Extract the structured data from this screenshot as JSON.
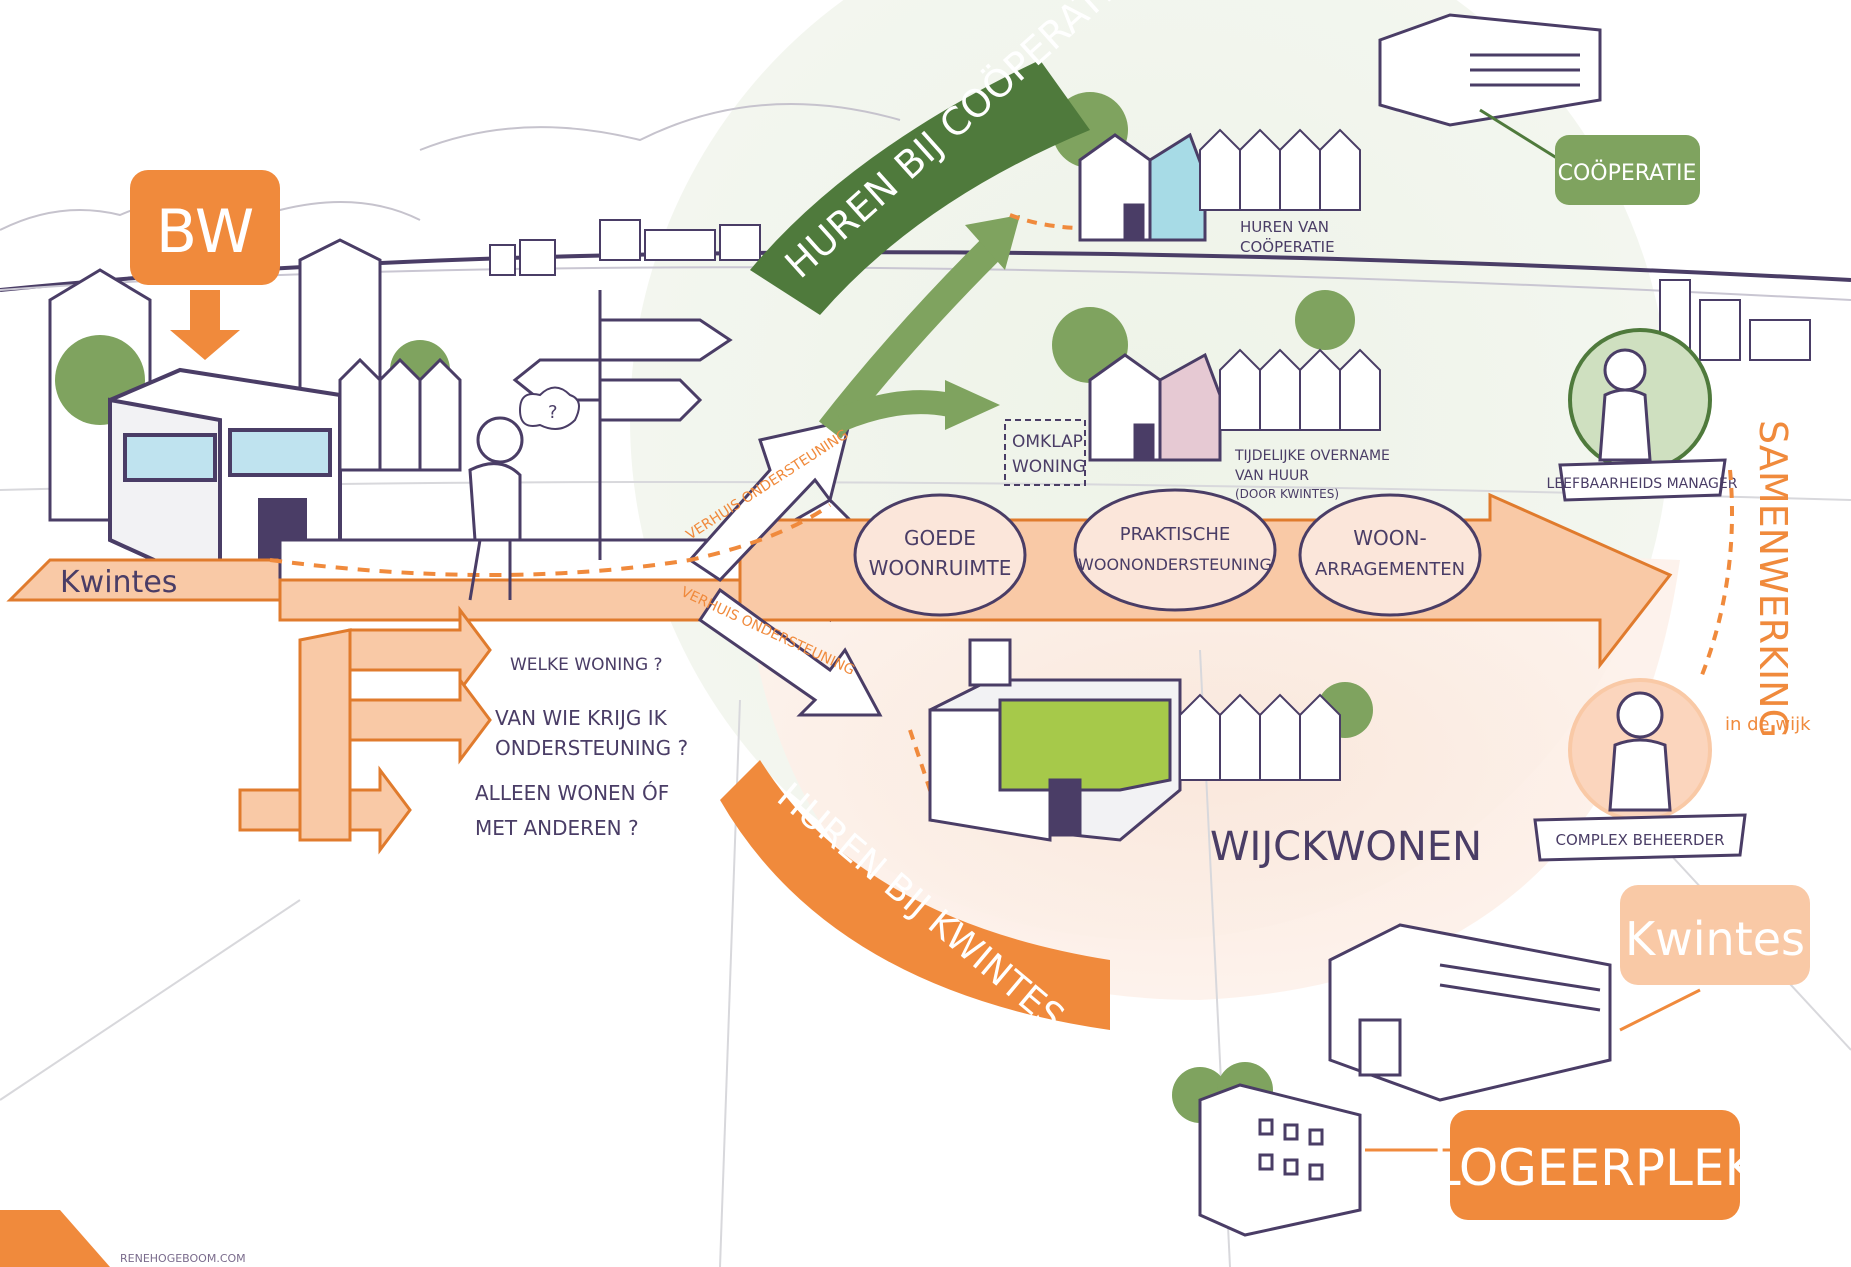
{
  "labels": {
    "bw": "BW",
    "kwintes_base": "Kwintes",
    "huren_cooperatie": "HUREN BIJ COÖPERATIE",
    "cooperatie": "COÖPERATIE",
    "huren_van_cooperatie_1": "HUREN VAN",
    "huren_van_cooperatie_2": "COÖPERATIE",
    "omklap_1": "OMKLAP",
    "omklap_2": "WONING",
    "tijdelijke_1": "TIJDELIJKE OVERNAME",
    "tijdelijke_2": "VAN HUUR",
    "tijdelijke_3": "(DOOR KWINTES)",
    "verhuis_1": "VERHUIS ONDERSTEUNING",
    "verhuis_2": "VERHUIS ONDERSTEUNING",
    "goede_1": "GOEDE",
    "goede_2": "WOONRUIMTE",
    "praktische_1": "PRAKTISCHE",
    "praktische_2": "WOONONDERSTEUNING",
    "woon_1": "WOON-",
    "woon_2": "ARRAGEMENTEN",
    "q1": "WELKE WONING ?",
    "q2a": "VAN WIE KRIJG IK",
    "q2b": "ONDERSTEUNING ?",
    "q3a": "ALLEEN WONEN ÓF",
    "q3b": "MET ANDEREN ?",
    "wijckwonen": "WIJCKWONEN",
    "huren_kwintes": "HUREN BIJ KWINTES",
    "leefbaarheids": "LEEFBAARHEIDS MANAGER",
    "samenwerking": "SAMENWERKING",
    "in_de_wijk": "in de wijk",
    "complex": "COMPLEX BEHEERDER",
    "kwintes_right": "Kwintes",
    "logeerplek": "LOGEERPLEK",
    "question_mark": "?",
    "credit": "RENEHOGEBOOM.COM"
  },
  "colors": {
    "orange": "#f08a3c",
    "light_orange": "#f9c9a6",
    "green": "#4f7a3c",
    "light_green": "#7fa35f",
    "purple_ink": "#4a3d66",
    "sky_blue": "#a7dbe6",
    "pink": "#e6c9d3",
    "lime": "#a6c94a"
  }
}
